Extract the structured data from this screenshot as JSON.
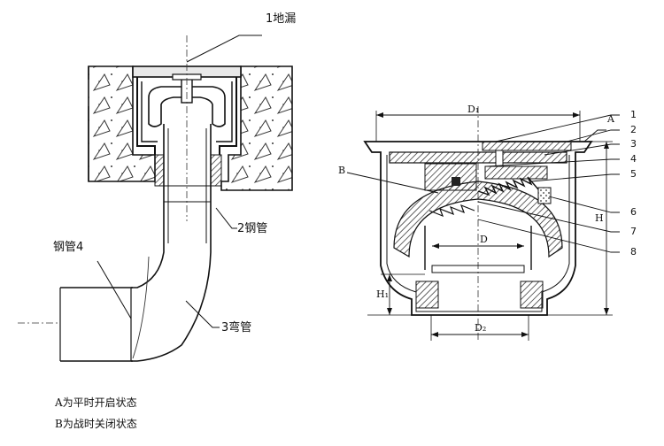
{
  "labels": {
    "floor_drain": "1地漏",
    "steel_pipe_2": "2钢管",
    "steel_pipe_4": "钢管4",
    "elbow_3": "3弯管"
  },
  "section_numbers": [
    "1",
    "2",
    "3",
    "4",
    "5",
    "6",
    "7",
    "8"
  ],
  "letters": {
    "a": "A",
    "b": "B"
  },
  "dimensions": {
    "d1": "D₁",
    "d": "D",
    "d2": "D₂",
    "h": "H",
    "h1": "H₁"
  },
  "notes": {
    "line_a": "A为平时开启状态",
    "line_b": "B为战时关闭状态"
  }
}
